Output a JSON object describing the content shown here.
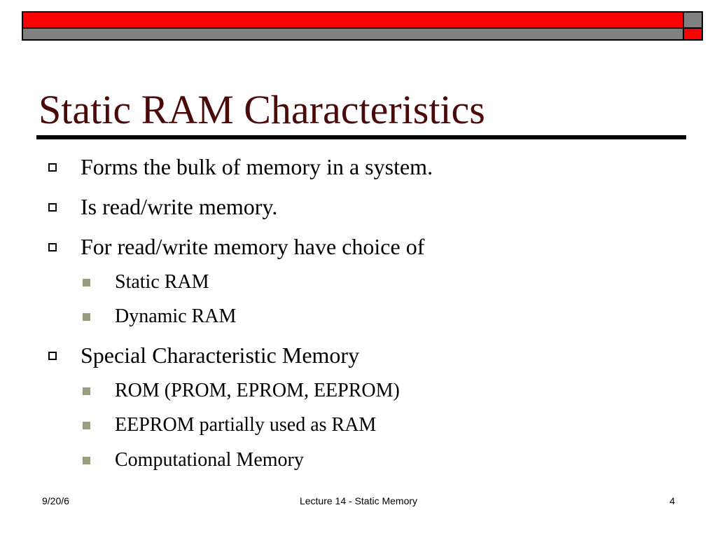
{
  "slide": {
    "title": "Static RAM Characteristics",
    "bullets": [
      {
        "text": "Forms the bulk of memory in a system."
      },
      {
        "text": "Is read/write memory."
      },
      {
        "text": "For read/write memory have choice of",
        "sub": [
          "Static RAM",
          "Dynamic RAM"
        ]
      },
      {
        "text": "Special Characteristic Memory",
        "sub": [
          "ROM (PROM, EPROM, EEPROM)",
          "EEPROM partially used as RAM",
          "Computational Memory"
        ]
      }
    ]
  },
  "footer": {
    "date": "9/20/6",
    "center": "Lecture 14 - Static Memory",
    "page": "4"
  },
  "colors": {
    "header_red": "#ff0000",
    "header_gray": "#808080",
    "title": "#4b0a0a",
    "sub_bullet": "#9c9c7e"
  }
}
